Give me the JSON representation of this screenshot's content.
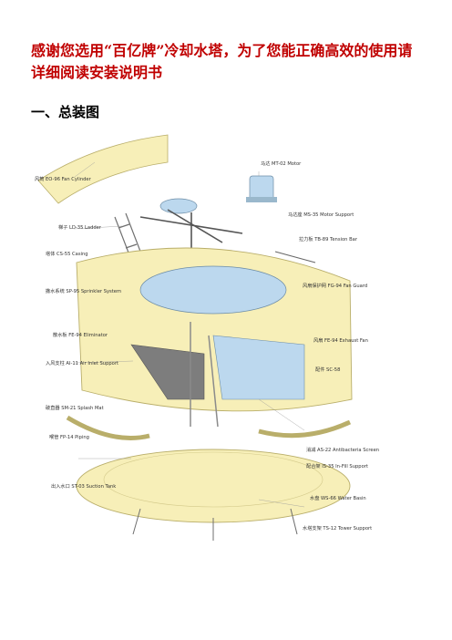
{
  "heading": "感谢您选用“百亿牌”冷却水塔，为了您能正确高效的使用请详细阅读安装说明书",
  "section_title": "一、总装图",
  "diagram": {
    "labels": [
      {
        "id": "m01",
        "text": "马达 MT-02 Motor"
      },
      {
        "id": "m02",
        "text": "风筒 EO-96 Fan Cylinder"
      },
      {
        "id": "m03",
        "text": "马达座 MS-35 Motor Support"
      },
      {
        "id": "m04",
        "text": "梯子 LD-35 Ladder"
      },
      {
        "id": "m05",
        "text": "拉力板 TB-89 Tension Bar"
      },
      {
        "id": "m06",
        "text": "塔体 CS-55 Casing"
      },
      {
        "id": "m07",
        "text": "撒水系统 SP-95 Sprinkler System"
      },
      {
        "id": "m08",
        "text": "风扇保护网 FG-94 Fan Guard"
      },
      {
        "id": "m09",
        "text": "散水板 FE-94 Eliminator"
      },
      {
        "id": "m10",
        "text": "风扇 FE-94 Exhaust Fan"
      },
      {
        "id": "m11",
        "text": "入风支柱 AI-11 Air Inlet Support"
      },
      {
        "id": "m12",
        "text": "配件 SC-58"
      },
      {
        "id": "m13",
        "text": "破直器 SM-21 Splash Mat"
      },
      {
        "id": "m14",
        "text": "喉管 FP-14 Piping"
      },
      {
        "id": "m15",
        "text": "消减 AS-22 Antibacteria Screen"
      },
      {
        "id": "m16",
        "text": "配合架 IS-35 In-Fill Support"
      },
      {
        "id": "m17",
        "text": "出入水口 ST-03 Suction Tank"
      },
      {
        "id": "m18",
        "text": "水盘 WS-66 Water Basin"
      },
      {
        "id": "m19",
        "text": "水塔支架 TS-12 Tower Support"
      }
    ]
  },
  "colors": {
    "heading": "#c00000",
    "panel": "#f7efb8",
    "pale_blue": "#bcd8ee",
    "metal": "#7d7d7d"
  }
}
